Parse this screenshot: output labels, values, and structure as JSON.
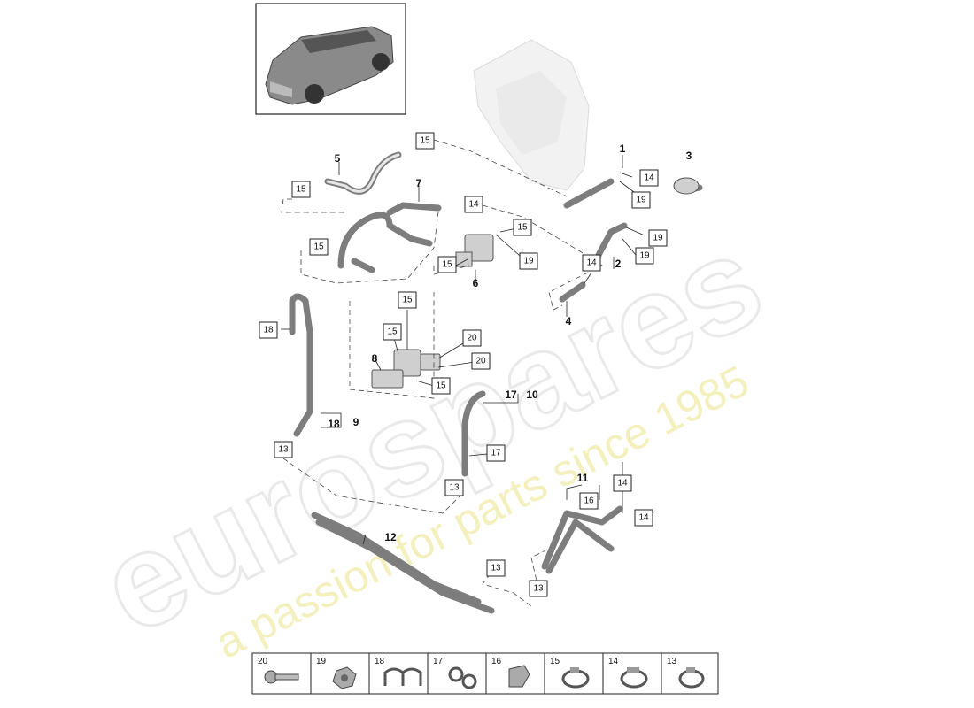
{
  "watermark": {
    "brand": "eurospares",
    "tagline": "a passion for parts since 1985"
  },
  "thumbnail": {
    "icon": "car-icon"
  },
  "part_numbers": [
    {
      "id": "pn-1",
      "label": "1"
    },
    {
      "id": "pn-2",
      "label": "2"
    },
    {
      "id": "pn-3",
      "label": "3"
    },
    {
      "id": "pn-4",
      "label": "4"
    },
    {
      "id": "pn-5",
      "label": "5"
    },
    {
      "id": "pn-6",
      "label": "6"
    },
    {
      "id": "pn-7",
      "label": "7"
    },
    {
      "id": "pn-8",
      "label": "8"
    },
    {
      "id": "pn-9",
      "label": "9"
    },
    {
      "id": "pn-10",
      "label": "10"
    },
    {
      "id": "pn-11",
      "label": "11"
    },
    {
      "id": "pn-12",
      "label": "12"
    },
    {
      "id": "pn-17a",
      "label": "17"
    },
    {
      "id": "pn-18a",
      "label": "18"
    }
  ],
  "callouts": [
    {
      "id": "c1",
      "label": "15"
    },
    {
      "id": "c2",
      "label": "15"
    },
    {
      "id": "c3",
      "label": "14"
    },
    {
      "id": "c4",
      "label": "19"
    },
    {
      "id": "c5",
      "label": "14"
    },
    {
      "id": "c6",
      "label": "15"
    },
    {
      "id": "c7",
      "label": "19"
    },
    {
      "id": "c8",
      "label": "19"
    },
    {
      "id": "c9",
      "label": "15"
    },
    {
      "id": "c10",
      "label": "15"
    },
    {
      "id": "c11",
      "label": "19"
    },
    {
      "id": "c12",
      "label": "14"
    },
    {
      "id": "c13",
      "label": "15"
    },
    {
      "id": "c14",
      "label": "18"
    },
    {
      "id": "c15",
      "label": "15"
    },
    {
      "id": "c16",
      "label": "20"
    },
    {
      "id": "c17",
      "label": "20"
    },
    {
      "id": "c18",
      "label": "15"
    },
    {
      "id": "c19",
      "label": "13"
    },
    {
      "id": "c20",
      "label": "17"
    },
    {
      "id": "c21",
      "label": "13"
    },
    {
      "id": "c22",
      "label": "16"
    },
    {
      "id": "c23",
      "label": "14"
    },
    {
      "id": "c24",
      "label": "14"
    },
    {
      "id": "c25",
      "label": "13"
    },
    {
      "id": "c26",
      "label": "13"
    }
  ],
  "legend": [
    {
      "label": "20",
      "icon": "bolt-icon"
    },
    {
      "label": "19",
      "icon": "nut-icon"
    },
    {
      "label": "18",
      "icon": "clip-icon"
    },
    {
      "label": "17",
      "icon": "double-clip-icon"
    },
    {
      "label": "16",
      "icon": "holder-icon"
    },
    {
      "label": "15",
      "icon": "hose-clamp-icon"
    },
    {
      "label": "14",
      "icon": "hose-clamp-icon"
    },
    {
      "label": "13",
      "icon": "hose-clamp-icon"
    }
  ]
}
